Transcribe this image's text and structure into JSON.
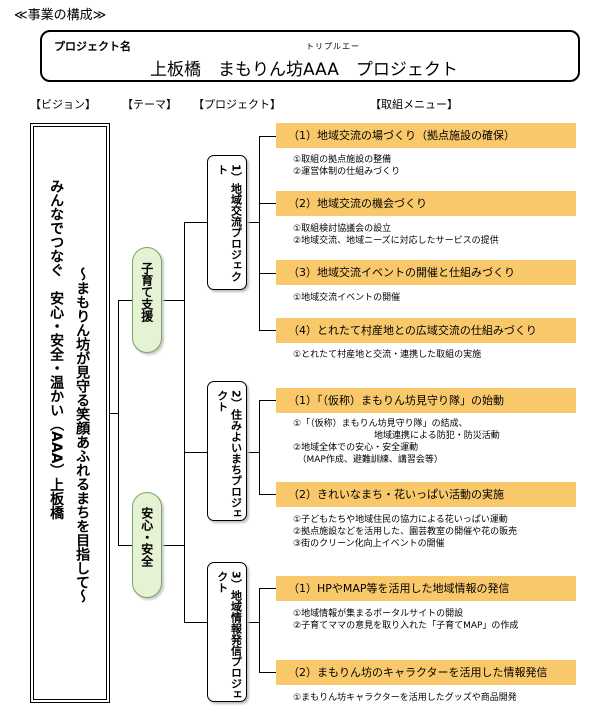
{
  "heading": "≪事業の構成≫",
  "project": {
    "label": "プロジェクト名",
    "ruby": "トリプルエー",
    "name": "上板橋　まもりん坊AAA　プロジェクト"
  },
  "columns": [
    "【ビジョン】",
    "【テーマ】",
    "【プロジェクト】",
    "【取組メニュー】"
  ],
  "vision": {
    "lines": [
      "みんなでつなぐ　安心・安全・温かい（AAA）上板橋",
      "～まもりん坊が見守る笑顔あふれるまちを目指して～"
    ]
  },
  "themes": [
    "子育て支援",
    "安心・安全"
  ],
  "projects": [
    {
      "number": "1）",
      "title": "地域交流プロジェクト"
    },
    {
      "number": "2）",
      "title": "住みよいまちプロジェクト"
    },
    {
      "number": "3）",
      "title": "地域情報発信プロジェクト"
    }
  ],
  "menus": [
    {
      "title": "（1）地域交流の場づくり（拠点施設の確保）",
      "items": "①取組の拠点施設の整備\n②運営体制の仕組みづくり"
    },
    {
      "title": "（2）地域交流の機会づくり",
      "items": "①取組検討協議会の設立\n②地域交流、地域ニーズに対応したサービスの提供"
    },
    {
      "title": "（3）地域交流イベントの開催と仕組みづくり",
      "items": "①地域交流イベントの開催"
    },
    {
      "title": "（4）とれたて村産地との広域交流の仕組みづくり",
      "items": "①とれたて村産地と交流・連携した取組の実施"
    },
    {
      "title": "（1）「（仮称）まもりん坊見守り隊」の始動",
      "items": "①「（仮称）まもりん坊見守り隊」の結成、\n　　　　　　　　　地域連携による防犯・防災活動\n②地域全体での安心・安全運動\n　（MAP作成、避難訓練、講習会等）"
    },
    {
      "title": "（2）きれいなまち・花いっぱい活動の実施",
      "items": "①子どもたちや地域住民の協力による花いっぱい運動\n②拠点施設などを活用した、園芸教室の開催や花の販売\n③街のクリーン化向上イベントの開催"
    },
    {
      "title": "（1）HPやMAP等を活用した地域情報の発信",
      "items": "①地域情報が集まるポータルサイトの開設\n②子育てママの意見を取り入れた「子育てMAP」の作成"
    },
    {
      "title": "（2）まもりん坊のキャラクターを活用した情報発信",
      "items": "①まもりん坊キャラクターを活用したグッズや商品開発"
    }
  ]
}
